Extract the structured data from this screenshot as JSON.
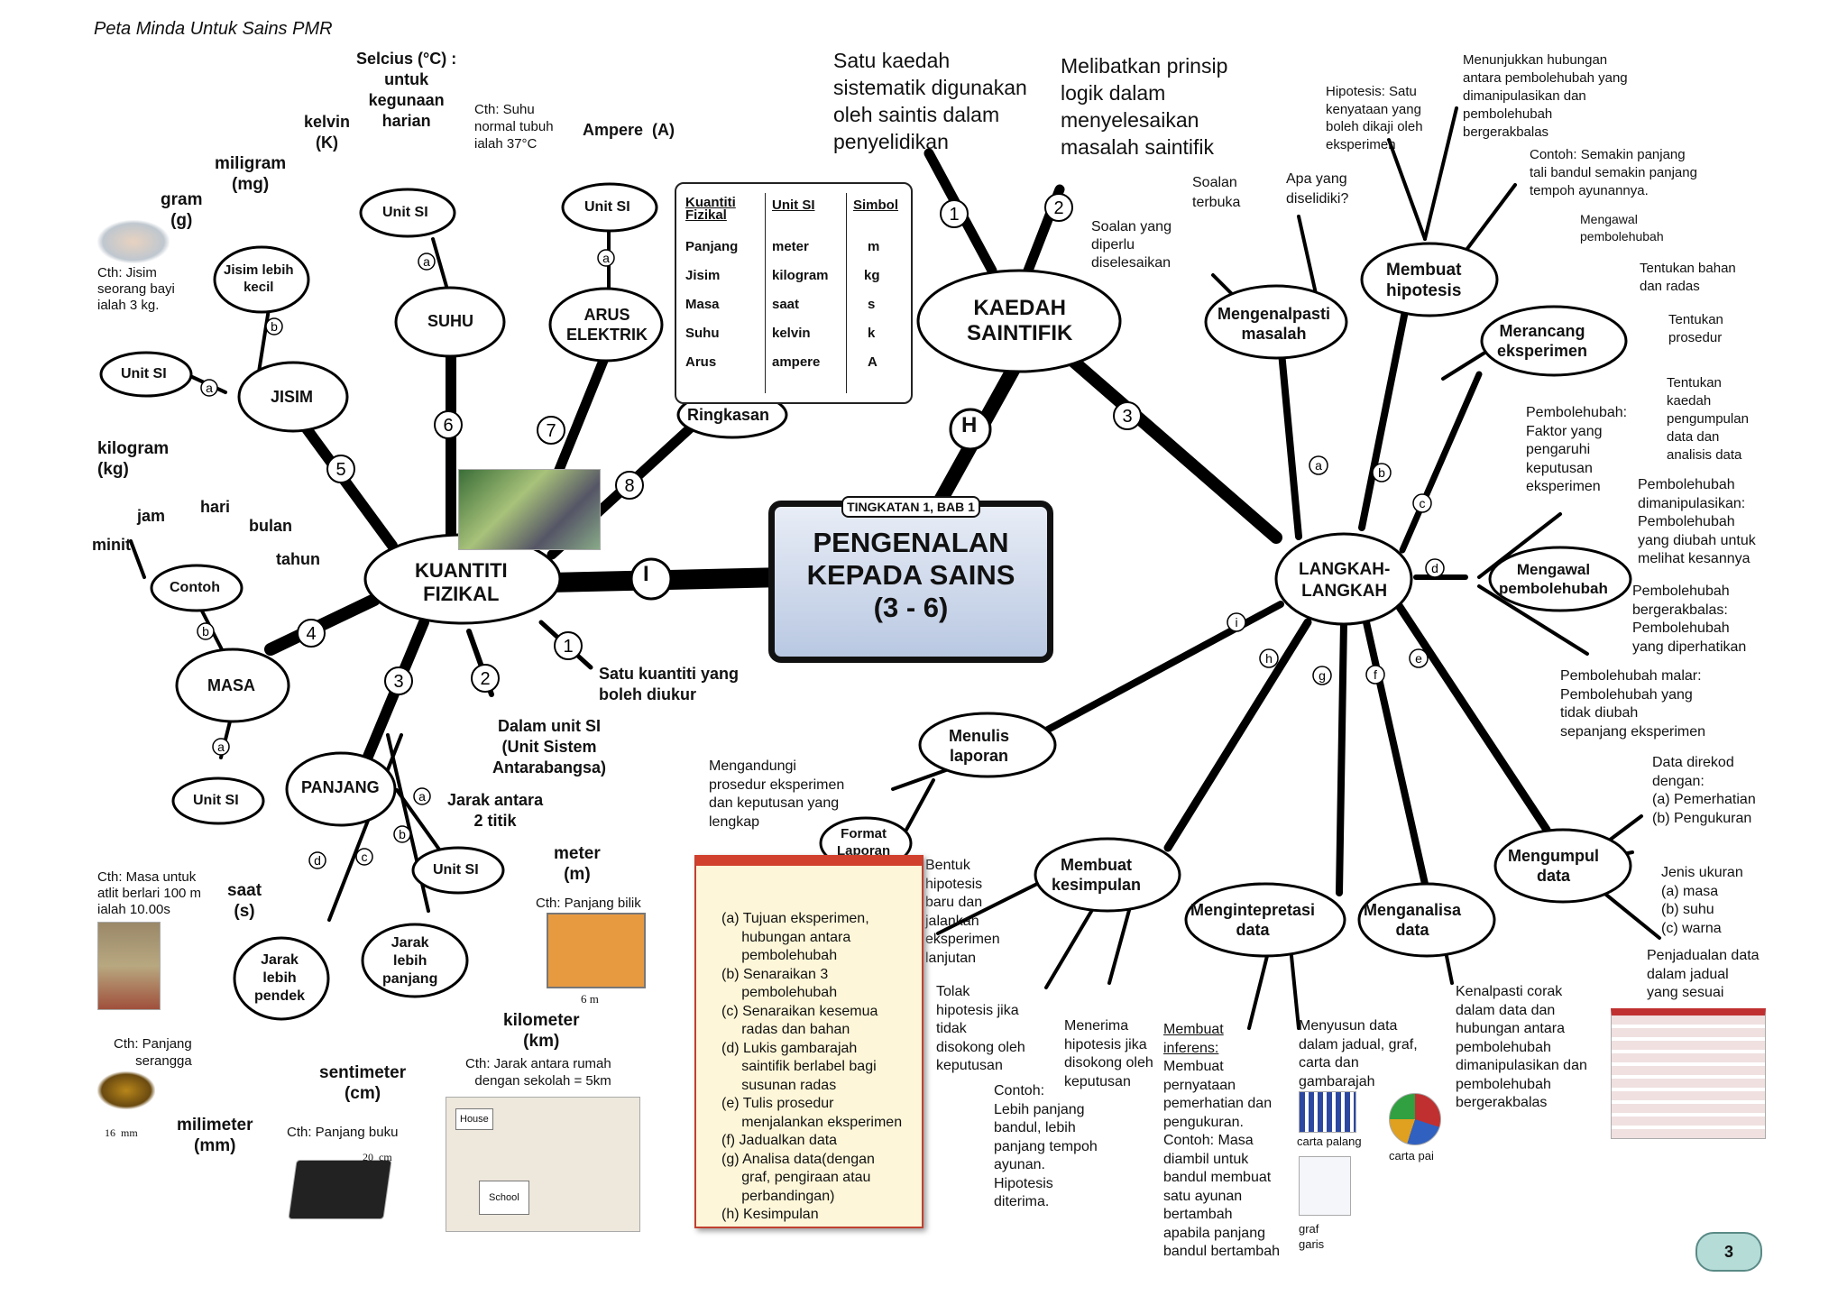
{
  "header": {
    "title": "Peta Minda Untuk Sains PMR",
    "page_number": "3"
  },
  "central": {
    "tag": "TINGKATAN 1, BAB 1",
    "title_line1": "PENGENALAN",
    "title_line2": "KEPADA SAINS",
    "title_line3": "(3 - 6)"
  },
  "branch_markers": {
    "I": "I",
    "H": "H"
  },
  "nodes": {
    "kuantiti_fizikal": [
      "KUANTITI",
      "FIZIKAL"
    ],
    "kaedah_saintifik": [
      "KAEDAH",
      "SAINTIFIK"
    ],
    "langkah_langkah": [
      "LANGKAH-",
      "LANGKAH"
    ],
    "suhu": "SUHU",
    "arus_elektrik": [
      "ARUS",
      "ELEKTRIK"
    ],
    "jisim": "JISIM",
    "masa": "MASA",
    "panjang": "PANJANG",
    "unit_si": "Unit SI",
    "contoh": "Contoh",
    "jisim_lebih_kecil": [
      "Jisim lebih",
      "kecil"
    ],
    "jarak_lebih_pendek": [
      "Jarak",
      "lebih",
      "pendek"
    ],
    "jarak_lebih_panjang": [
      "Jarak",
      "lebih",
      "panjang"
    ],
    "ringkasan": "Ringkasan",
    "mengenalpasti_masalah": [
      "Mengenalpasti",
      "masalah"
    ],
    "membuat_hipotesis": [
      "Membuat",
      "hipotesis"
    ],
    "merancang_eksperimen": [
      "Merancang",
      "eksperimen"
    ],
    "mengawal_pembolehubah": [
      "Mengawal",
      "pembolehubah"
    ],
    "mengumpul_data": [
      "Mengumpul",
      "data"
    ],
    "menganalisa_data": [
      "Menganalisa",
      "data"
    ],
    "mengintepretasi_data": [
      "Mengintepretasi",
      "data"
    ],
    "membuat_kesimpulan": [
      "Membuat",
      "kesimpulan"
    ],
    "menulis_laporan": [
      "Menulis",
      "laporan"
    ],
    "format_laporan": [
      "Format",
      "Laporan"
    ]
  },
  "labels": {
    "selcius": [
      "Selcius (°C) :",
      "untuk",
      "kegunaan",
      "harian"
    ],
    "kelvin": [
      "kelvin",
      "(K)"
    ],
    "cth_suhu": [
      "Cth: Suhu",
      "normal tubuh",
      "ialah 37°C"
    ],
    "ampere": "Ampere  (A)",
    "miligram": [
      "miligram",
      "(mg)"
    ],
    "gram": [
      "gram",
      "(g)"
    ],
    "cth_jisim": [
      "Cth: Jisim",
      "seorang bayi",
      "ialah 3 kg."
    ],
    "kilogram": [
      "kilogram",
      "(kg)"
    ],
    "time_units": {
      "jam": "jam",
      "hari": "hari",
      "bulan": "bulan",
      "minit": "minit",
      "tahun": "tahun"
    },
    "cth_masa": [
      "Cth: Masa untuk",
      "atlit berlari 100 m",
      "ialah 10.00s"
    ],
    "saat": [
      "saat",
      "(s)"
    ],
    "jarak_antara": [
      "Jarak antara",
      "2 titik"
    ],
    "meter": [
      "meter",
      "(m)"
    ],
    "cth_bilik": "Cth: Panjang bilik",
    "kilometer": [
      "kilometer",
      "(km)"
    ],
    "cth_rumah": [
      "Cth: Jarak antara rumah",
      "dengan sekolah = 5km"
    ],
    "sentimeter": [
      "sentimeter",
      "(cm)"
    ],
    "milimeter": [
      "milimeter",
      "(mm)"
    ],
    "cth_serangga": [
      "Cth: Panjang",
      "serangga"
    ],
    "cth_buku": "Cth: Panjang buku",
    "satu_kuantiti": [
      "Satu kuantiti yang",
      "boleh diukur"
    ],
    "dalam_unit_si": [
      "Dalam unit SI",
      "(Unit Sistem",
      "Antarabangsa)"
    ],
    "dim_6m": "6 m",
    "dim_16mm": "16  mm",
    "dim_20cm": "20  cm",
    "map_house": "House",
    "map_school": "School",
    "kaedah_1": [
      "Satu kaedah",
      "sistematik digunakan",
      "oleh saintis dalam",
      "penyelidikan"
    ],
    "kaedah_2": [
      "Melibatkan prinsip",
      "logik dalam",
      "menyelesaikan",
      "masalah saintifik"
    ],
    "soalan_diselesaikan": [
      "Soalan yang",
      "diperlu",
      "diselesaikan"
    ],
    "soalan_terbuka": [
      "Soalan",
      "terbuka"
    ],
    "apa_diselidiki": [
      "Apa yang",
      "diselidiki?"
    ],
    "hipotesis_def": [
      "Hipotesis: Satu",
      "kenyataan yang",
      "boleh dikaji oleh",
      "eksperimen"
    ],
    "hipotesis_2": [
      "Menunjukkan hubungan",
      "antara pembolehubah yang",
      "dimanipulasikan dan",
      "pembolehubah",
      "bergerakbalas"
    ],
    "hipotesis_3": [
      "Contoh: Semakin panjang",
      "tali bandul semakin panjang",
      "tempoh ayunannya."
    ],
    "rancang_1": [
      "Mengawal",
      "pembolehubah"
    ],
    "rancang_2": [
      "Tentukan bahan",
      "dan radas"
    ],
    "rancang_3": [
      "Tentukan",
      "prosedur"
    ],
    "rancang_4": [
      "Tentukan",
      "kaedah",
      "pengumpulan",
      "data dan",
      "analisis data"
    ],
    "pembolehubah_def": [
      "Pembolehubah:",
      "Faktor yang",
      "pengaruhi",
      "keputusan",
      "eksperimen"
    ],
    "awal_2": [
      "Pembolehubah",
      "dimanipulasikan:",
      "Pembolehubah",
      "yang diubah untuk",
      "melihat kesannya"
    ],
    "awal_3": [
      "Pembolehubah",
      "bergerakbalas:",
      "Pembolehubah",
      "yang diperhatikan"
    ],
    "awal_4": [
      "Pembolehubah malar:",
      "Pembolehubah yang",
      "tidak diubah",
      "sepanjang eksperimen"
    ],
    "kumpul_1": [
      "Data direkod",
      "dengan:",
      "(a) Pemerhatian",
      "(b) Pengukuran"
    ],
    "kumpul_2": [
      "Jenis ukuran",
      "(a) masa",
      "(b) suhu",
      "(c) warna"
    ],
    "kumpul_3": [
      "Penjadualan data",
      "dalam jadual",
      "yang sesuai"
    ],
    "analisa_1": [
      "Kenalpasti corak",
      "dalam data dan",
      "hubungan antara",
      "pembolehubah",
      "dimanipulasikan dan",
      "pembolehubah",
      "bergerakbalas"
    ],
    "intepretasi_1": [
      "Menyusun data",
      "dalam jadual, graf,",
      "carta dan",
      "gambarajah"
    ],
    "intepretasi_2": [
      "Membuat",
      "inferens:",
      "Membuat",
      "pernyataan",
      "pemerhatian dan",
      "pengukuran.",
      "Contoh: Masa",
      "diambil untuk",
      "bandul membuat",
      "satu ayunan",
      "bertambah",
      "apabila panjang",
      "bandul bertambah"
    ],
    "carta_palang": "carta palang",
    "carta_pai": "carta pai",
    "graf_garis": [
      "graf",
      "garis"
    ],
    "simpul_1": [
      "Menerima",
      "hipotesis jika",
      "disokong oleh",
      "keputusan"
    ],
    "simpul_2": [
      "Contoh:",
      "Lebih panjang",
      "bandul, lebih",
      "panjang tempoh",
      "ayunan.",
      "Hipotesis",
      "diterima."
    ],
    "simpul_3": [
      "Tolak",
      "hipotesis jika",
      "tidak",
      "disokong oleh",
      "keputusan"
    ],
    "simpul_4": [
      "Bentuk",
      "hipotesis",
      "baru dan",
      "jalankan",
      "eksperimen",
      "lanjutan"
    ],
    "laporan_1": [
      "Mengandungi",
      "prosedur eksperimen",
      "dan keputusan yang",
      "lengkap"
    ]
  },
  "summary_table": {
    "headers": [
      "Kuantiti Fizikal",
      "Unit SI",
      "Simbol"
    ],
    "rows": [
      [
        "Panjang",
        "meter",
        "m"
      ],
      [
        "Jisim",
        "kilogram",
        "kg"
      ],
      [
        "Masa",
        "saat",
        "s"
      ],
      [
        "Suhu",
        "kelvin",
        "k"
      ],
      [
        "Arus",
        "ampere",
        "A"
      ]
    ]
  },
  "format_laporan_list": [
    "(a) Tujuan eksperimen,",
    "     hubungan antara",
    "     pembolehubah",
    "(b) Senaraikan 3",
    "     pembolehubah",
    "(c) Senaraikan kesemua",
    "     radas dan bahan",
    "(d) Lukis gambarajah",
    "     saintifik berlabel bagi",
    "     susunan radas",
    "(e) Tulis prosedur",
    "     menjalankan eksperimen",
    "(f) Jadualkan data",
    "(g) Analisa data(dengan",
    "     graf, pengiraan atau",
    "     perbandingan)",
    "(h) Kesimpulan"
  ],
  "colors": {
    "line": "#000000",
    "central_bg": "#c9d4ea",
    "card_bg": "#fdf6d8",
    "card_border": "#d0402c",
    "page_badge": "#b6dcd8"
  }
}
